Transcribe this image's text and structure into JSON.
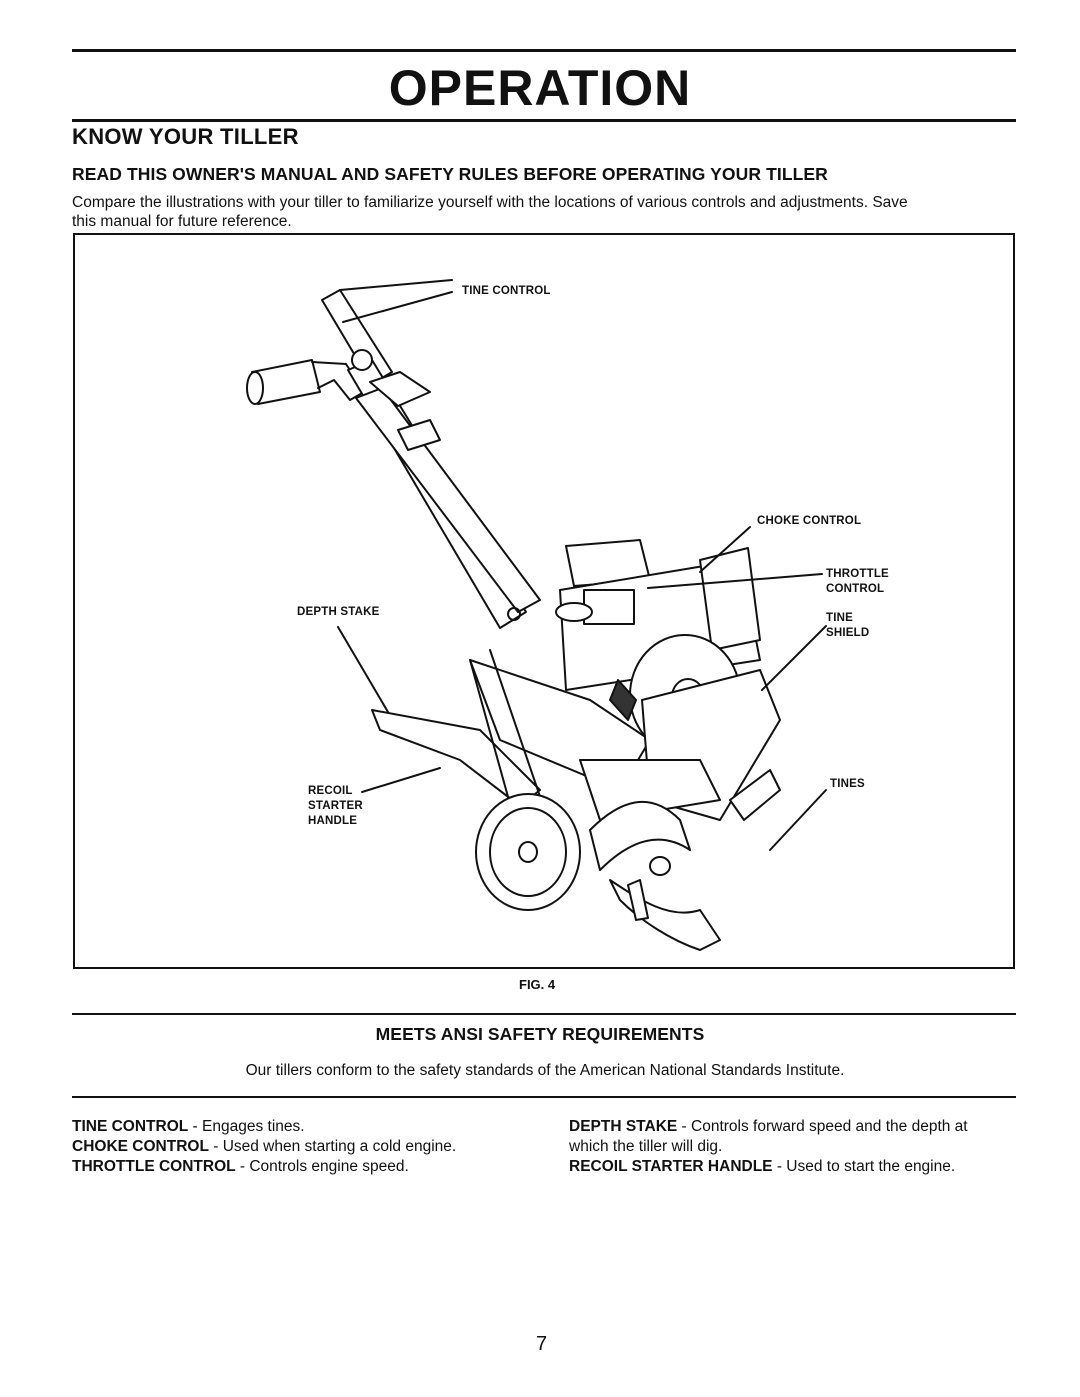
{
  "page": {
    "title": "OPERATION",
    "section_title": "KNOW YOUR TILLER",
    "subtitle": "READ THIS OWNER'S MANUAL AND SAFETY RULES BEFORE OPERATING YOUR TILLER",
    "intro_line1": "Compare the illustrations with your tiller to familiarize yourself with the locations of various controls and adjustments.  Save",
    "intro_line2": "this manual for future reference.",
    "page_number": "7"
  },
  "figure": {
    "caption": "FIG. 4",
    "labels": {
      "tine_control": "TINE CONTROL",
      "choke_control": "CHOKE CONTROL",
      "throttle_1": "THROTTLE",
      "throttle_2": "CONTROL",
      "depth_stake": "DEPTH STAKE",
      "tine_shield_1": "TINE",
      "tine_shield_2": "SHIELD",
      "recoil_1": "RECOIL",
      "recoil_2": "STARTER",
      "recoil_3": "HANDLE",
      "tines": "TINES"
    }
  },
  "ansi": {
    "heading": "MEETS ANSI SAFETY REQUIREMENTS",
    "text": "Our tillers conform to the safety standards of the American National Standards Institute."
  },
  "descriptions": {
    "left": [
      {
        "term": "TINE CONTROL",
        "text": " - Engages tines."
      },
      {
        "term": "CHOKE CONTROL",
        "text": " - Used when starting a cold engine."
      },
      {
        "term": "THROTTLE CONTROL",
        "text": " - Controls engine speed."
      }
    ],
    "right": [
      {
        "term": "DEPTH STAKE",
        "text": " - Controls forward speed and the depth at"
      },
      {
        "term": "",
        "text": "which the tiller will dig."
      },
      {
        "term": "RECOIL STARTER HANDLE",
        "text": " - Used to start the engine."
      }
    ]
  }
}
